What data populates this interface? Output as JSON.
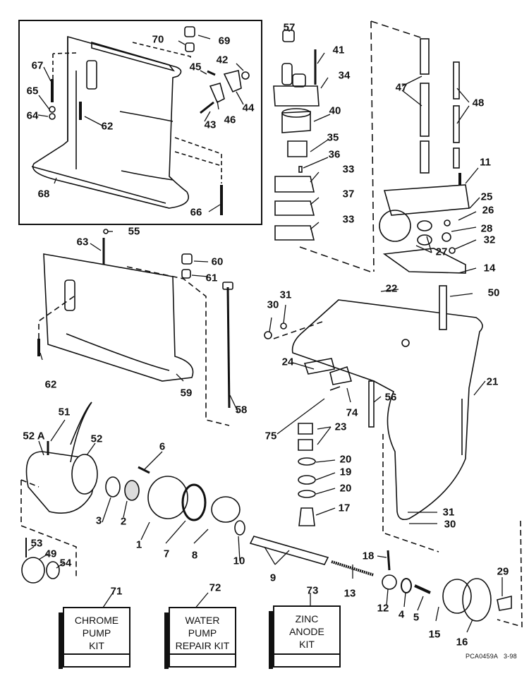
{
  "diagram": {
    "title": "Gearcase exploded parts diagram",
    "drawing_code": "PCA0459A",
    "revision": "3-98",
    "inset_box_labels": [
      "70",
      "69",
      "45",
      "42",
      "67",
      "65",
      "64",
      "62",
      "43",
      "46",
      "44",
      "68",
      "66"
    ],
    "callouts": [
      {
        "id": "57",
        "text": "57"
      },
      {
        "id": "41",
        "text": "41"
      },
      {
        "id": "34",
        "text": "34"
      },
      {
        "id": "40",
        "text": "40"
      },
      {
        "id": "35",
        "text": "35"
      },
      {
        "id": "36",
        "text": "36"
      },
      {
        "id": "33a",
        "text": "33"
      },
      {
        "id": "37",
        "text": "37"
      },
      {
        "id": "33b",
        "text": "33"
      },
      {
        "id": "47",
        "text": "47"
      },
      {
        "id": "48",
        "text": "48"
      },
      {
        "id": "11",
        "text": "11"
      },
      {
        "id": "25",
        "text": "25"
      },
      {
        "id": "26",
        "text": "26"
      },
      {
        "id": "28",
        "text": "28"
      },
      {
        "id": "32",
        "text": "32"
      },
      {
        "id": "27",
        "text": "27"
      },
      {
        "id": "14",
        "text": "14"
      },
      {
        "id": "70",
        "text": "70"
      },
      {
        "id": "69",
        "text": "69"
      },
      {
        "id": "45",
        "text": "45"
      },
      {
        "id": "42",
        "text": "42"
      },
      {
        "id": "67",
        "text": "67"
      },
      {
        "id": "65",
        "text": "65"
      },
      {
        "id": "64",
        "text": "64"
      },
      {
        "id": "62a",
        "text": "62"
      },
      {
        "id": "43",
        "text": "43"
      },
      {
        "id": "46",
        "text": "46"
      },
      {
        "id": "44",
        "text": "44"
      },
      {
        "id": "68",
        "text": "68"
      },
      {
        "id": "66",
        "text": "66"
      },
      {
        "id": "55",
        "text": "55"
      },
      {
        "id": "63",
        "text": "63"
      },
      {
        "id": "60",
        "text": "60"
      },
      {
        "id": "61",
        "text": "61"
      },
      {
        "id": "62b",
        "text": "62"
      },
      {
        "id": "59",
        "text": "59"
      },
      {
        "id": "58",
        "text": "58"
      },
      {
        "id": "22",
        "text": "22"
      },
      {
        "id": "50",
        "text": "50"
      },
      {
        "id": "31a",
        "text": "31"
      },
      {
        "id": "30a",
        "text": "30"
      },
      {
        "id": "24",
        "text": "24"
      },
      {
        "id": "74",
        "text": "74"
      },
      {
        "id": "75",
        "text": "75"
      },
      {
        "id": "56",
        "text": "56"
      },
      {
        "id": "21",
        "text": "21"
      },
      {
        "id": "23",
        "text": "23"
      },
      {
        "id": "20a",
        "text": "20"
      },
      {
        "id": "19",
        "text": "19"
      },
      {
        "id": "20b",
        "text": "20"
      },
      {
        "id": "17",
        "text": "17"
      },
      {
        "id": "31b",
        "text": "31"
      },
      {
        "id": "30b",
        "text": "30"
      },
      {
        "id": "51",
        "text": "51"
      },
      {
        "id": "52A",
        "text": "52 A"
      },
      {
        "id": "52",
        "text": "52"
      },
      {
        "id": "6",
        "text": "6"
      },
      {
        "id": "3",
        "text": "3"
      },
      {
        "id": "2",
        "text": "2"
      },
      {
        "id": "1",
        "text": "1"
      },
      {
        "id": "7",
        "text": "7"
      },
      {
        "id": "8",
        "text": "8"
      },
      {
        "id": "10",
        "text": "10"
      },
      {
        "id": "9",
        "text": "9"
      },
      {
        "id": "18",
        "text": "18"
      },
      {
        "id": "13",
        "text": "13"
      },
      {
        "id": "12",
        "text": "12"
      },
      {
        "id": "4",
        "text": "4"
      },
      {
        "id": "5",
        "text": "5"
      },
      {
        "id": "15",
        "text": "15"
      },
      {
        "id": "16",
        "text": "16"
      },
      {
        "id": "29",
        "text": "29"
      },
      {
        "id": "53",
        "text": "53"
      },
      {
        "id": "49",
        "text": "49"
      },
      {
        "id": "54",
        "text": "54"
      },
      {
        "id": "71",
        "text": "71"
      },
      {
        "id": "72",
        "text": "72"
      },
      {
        "id": "73",
        "text": "73"
      }
    ],
    "kits": [
      {
        "number": "71",
        "line1": "CHROME",
        "line2": "PUMP",
        "line3": "KIT"
      },
      {
        "number": "72",
        "line1": "WATER",
        "line2": "PUMP",
        "line3": "REPAIR KIT"
      },
      {
        "number": "73",
        "line1": "ZINC",
        "line2": "ANODE",
        "line3": "KIT"
      }
    ]
  }
}
